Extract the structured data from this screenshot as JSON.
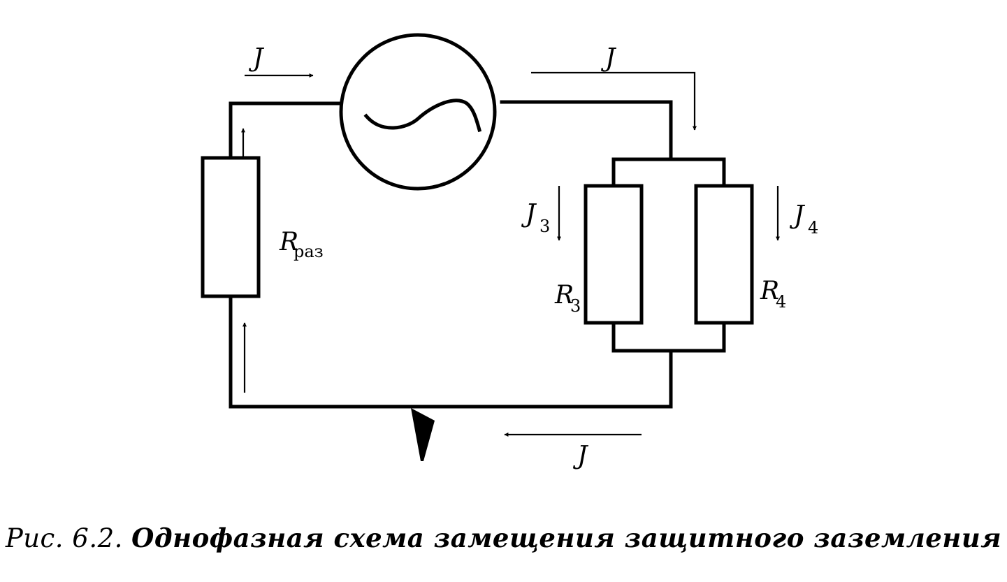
{
  "labels": {
    "current_top_left": "J",
    "current_top_right": "J",
    "current_bottom": "J",
    "current_branch3": "J",
    "current_branch3_sub": "3",
    "current_branch4": "J",
    "current_branch4_sub": "4",
    "resistor_spread": "R",
    "resistor_spread_sub": "раз",
    "resistor_3": "R",
    "resistor_3_sub": "3",
    "resistor_4": "R",
    "resistor_4_sub": "4"
  },
  "caption": {
    "number": "Рис. 6.2.",
    "title": "Однофазная схема замещения защитного заземления"
  }
}
